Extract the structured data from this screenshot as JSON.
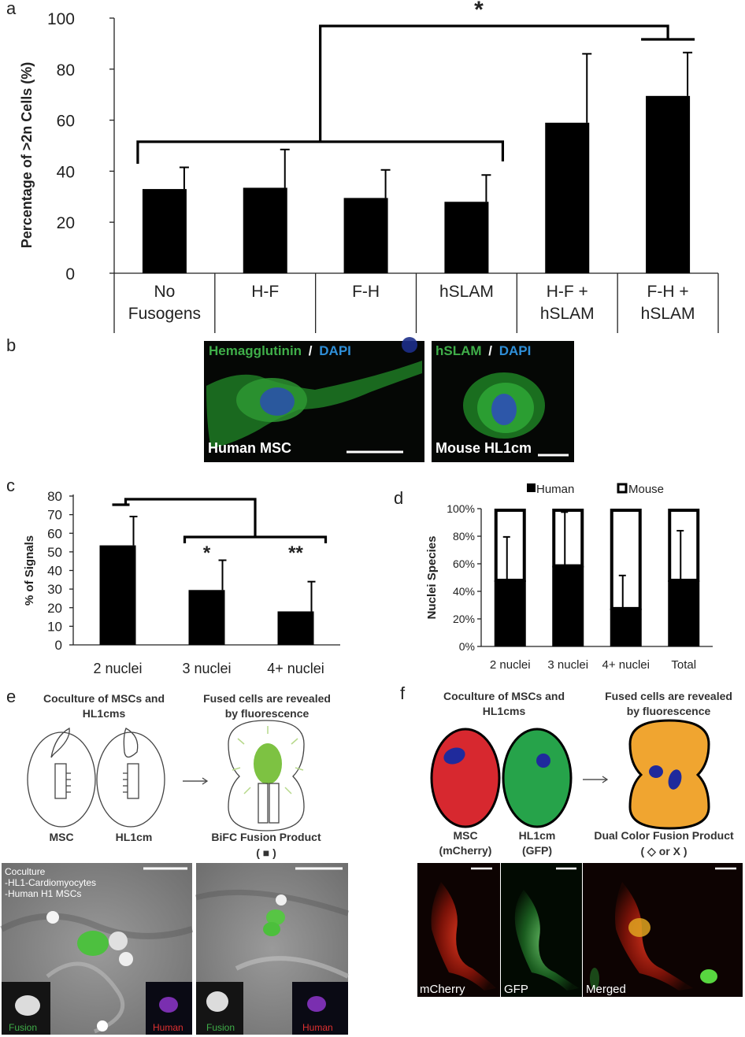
{
  "panels": {
    "a": "a",
    "b": "b",
    "c": "c",
    "d": "d",
    "e": "e",
    "f": "f"
  },
  "colors": {
    "green_label": "#3fae49",
    "blue_label": "#2f8fd8",
    "red_cell": "#d7282f",
    "green_cell": "#26a34a",
    "orange_cell": "#f0a530",
    "nucleus_blue": "#1f2a9c",
    "bifc_green": "#7dc242"
  },
  "chart_data": [
    {
      "id": "a",
      "type": "bar",
      "ylabel": "Percentage of >2n Cells (%)",
      "ylim": [
        0,
        100
      ],
      "yticks": [
        "0",
        "20",
        "40",
        "60",
        "80",
        "100"
      ],
      "categories": [
        [
          "No",
          "Fusogens"
        ],
        [
          "H-F"
        ],
        [
          "F-H"
        ],
        [
          "hSLAM"
        ],
        [
          "H-F +",
          "hSLAM"
        ],
        [
          "F-H +",
          "hSLAM"
        ]
      ],
      "values": [
        33,
        33.5,
        29.5,
        28,
        59,
        69.5
      ],
      "errors": [
        8.5,
        15,
        11,
        10.5,
        27,
        17
      ],
      "significance": "*"
    },
    {
      "id": "c",
      "type": "bar",
      "ylabel": "% of Signals",
      "ylim": [
        0,
        80
      ],
      "yticks": [
        "0",
        "10",
        "20",
        "30",
        "40",
        "50",
        "60",
        "70",
        "80"
      ],
      "categories": [
        "2 nuclei",
        "3 nuclei",
        "4+ nuclei"
      ],
      "values": [
        53.5,
        29.5,
        18
      ],
      "errors": [
        15.5,
        16,
        16
      ],
      "significance": [
        "*",
        "**"
      ]
    },
    {
      "id": "d",
      "type": "bar",
      "stacked": true,
      "ylabel": "Nuclei Species",
      "ylim": [
        0,
        100
      ],
      "yticks": [
        "0%",
        "20%",
        "40%",
        "60%",
        "80%",
        "100%"
      ],
      "categories": [
        "2 nuclei",
        "3 nuclei",
        "4+ nuclei",
        "Total"
      ],
      "series": [
        {
          "name": "Human",
          "values": [
            48,
            58.5,
            27.5,
            48
          ],
          "errors": [
            31.5,
            39,
            24,
            36
          ]
        },
        {
          "name": "Mouse",
          "values": [
            52,
            41.5,
            72.5,
            52
          ]
        }
      ],
      "legend": "top"
    }
  ],
  "panel_b": {
    "left": {
      "label_green": "Hemagglutinin",
      "slash": "/",
      "label_blue": "DAPI",
      "caption": "Human MSC"
    },
    "right": {
      "label_green": "hSLAM",
      "slash": "/",
      "label_blue": "DAPI",
      "caption": "Mouse HL1cm"
    }
  },
  "panel_e": {
    "left_title": [
      "Coculture of MSCs and",
      "HL1cms"
    ],
    "right_title": [
      "Fused cells are revealed",
      "by fluorescence"
    ],
    "msc": "MSC",
    "hl1cm": "HL1cm",
    "product": "BiFC Fusion Product",
    "product_symbol": "( ■ )",
    "photo_text": [
      "Coculture",
      "-HL1-Cardiomyocytes",
      "-Human H1 MSCs"
    ],
    "inset_fusion": "Fusion",
    "inset_human": "Human"
  },
  "panel_f": {
    "left_title": [
      "Coculture of MSCs and",
      "HL1cms"
    ],
    "right_title": [
      "Fused cells are revealed",
      "by fluorescence"
    ],
    "msc": [
      "MSC",
      "(mCherry)"
    ],
    "hl1cm": [
      "HL1cm",
      "(GFP)"
    ],
    "product": "Dual Color Fusion Product",
    "product_symbol": "( ◇ or X )",
    "photos": [
      "mCherry",
      "GFP",
      "Merged"
    ]
  }
}
